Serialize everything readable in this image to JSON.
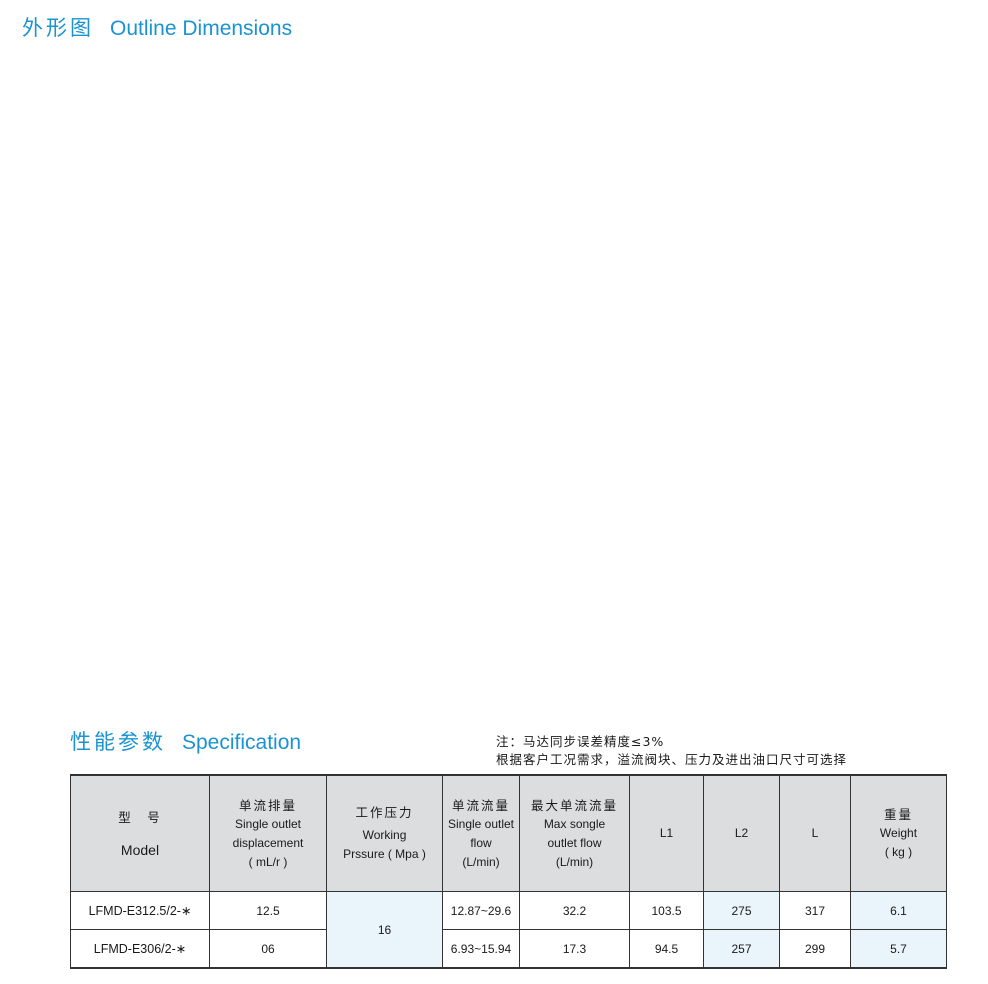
{
  "outline": {
    "title_zh": "外形图",
    "title_en": "Outline Dimensions"
  },
  "specification": {
    "title_zh": "性能参数",
    "title_en": "Specification",
    "note_line1": "注：马达同步误差精度≤3%",
    "note_line2": "根据客户工况需求，溢流阀块、压力及进出油口尺寸可选择",
    "headers": {
      "model_zh": "型　号",
      "model_en": "Model",
      "disp_zh": "单流排量",
      "disp_en1": "Single outlet",
      "disp_en2": "displacement",
      "disp_unit": "( mL/r )",
      "pressure_zh": "工作压力",
      "pressure_en1": "Working",
      "pressure_en2": "Prssure ( Mpa )",
      "flow_zh": "单流流量",
      "flow_en1": "Single outlet",
      "flow_en2": "flow",
      "flow_unit": "(L/min)",
      "maxflow_zh": "最大单流流量",
      "maxflow_en1": "Max songle",
      "maxflow_en2": "outlet flow",
      "maxflow_unit": "(L/min)",
      "l1": "L1",
      "l2": "L2",
      "l": "L",
      "weight_zh": "重量",
      "weight_en": "Weight",
      "weight_unit": "( kg )"
    },
    "shared_pressure": "16",
    "rows": [
      {
        "model": "LFMD-E312.5/2-∗",
        "displacement": "12.5",
        "flow": "12.87~29.6",
        "max_flow": "32.2",
        "l1": "103.5",
        "l2": "275",
        "l": "317",
        "weight": "6.1"
      },
      {
        "model": "LFMD-E306/2-∗",
        "displacement": "06",
        "flow": "6.93~15.94",
        "max_flow": "17.3",
        "l1": "94.5",
        "l2": "257",
        "l": "299",
        "weight": "5.7"
      }
    ]
  }
}
